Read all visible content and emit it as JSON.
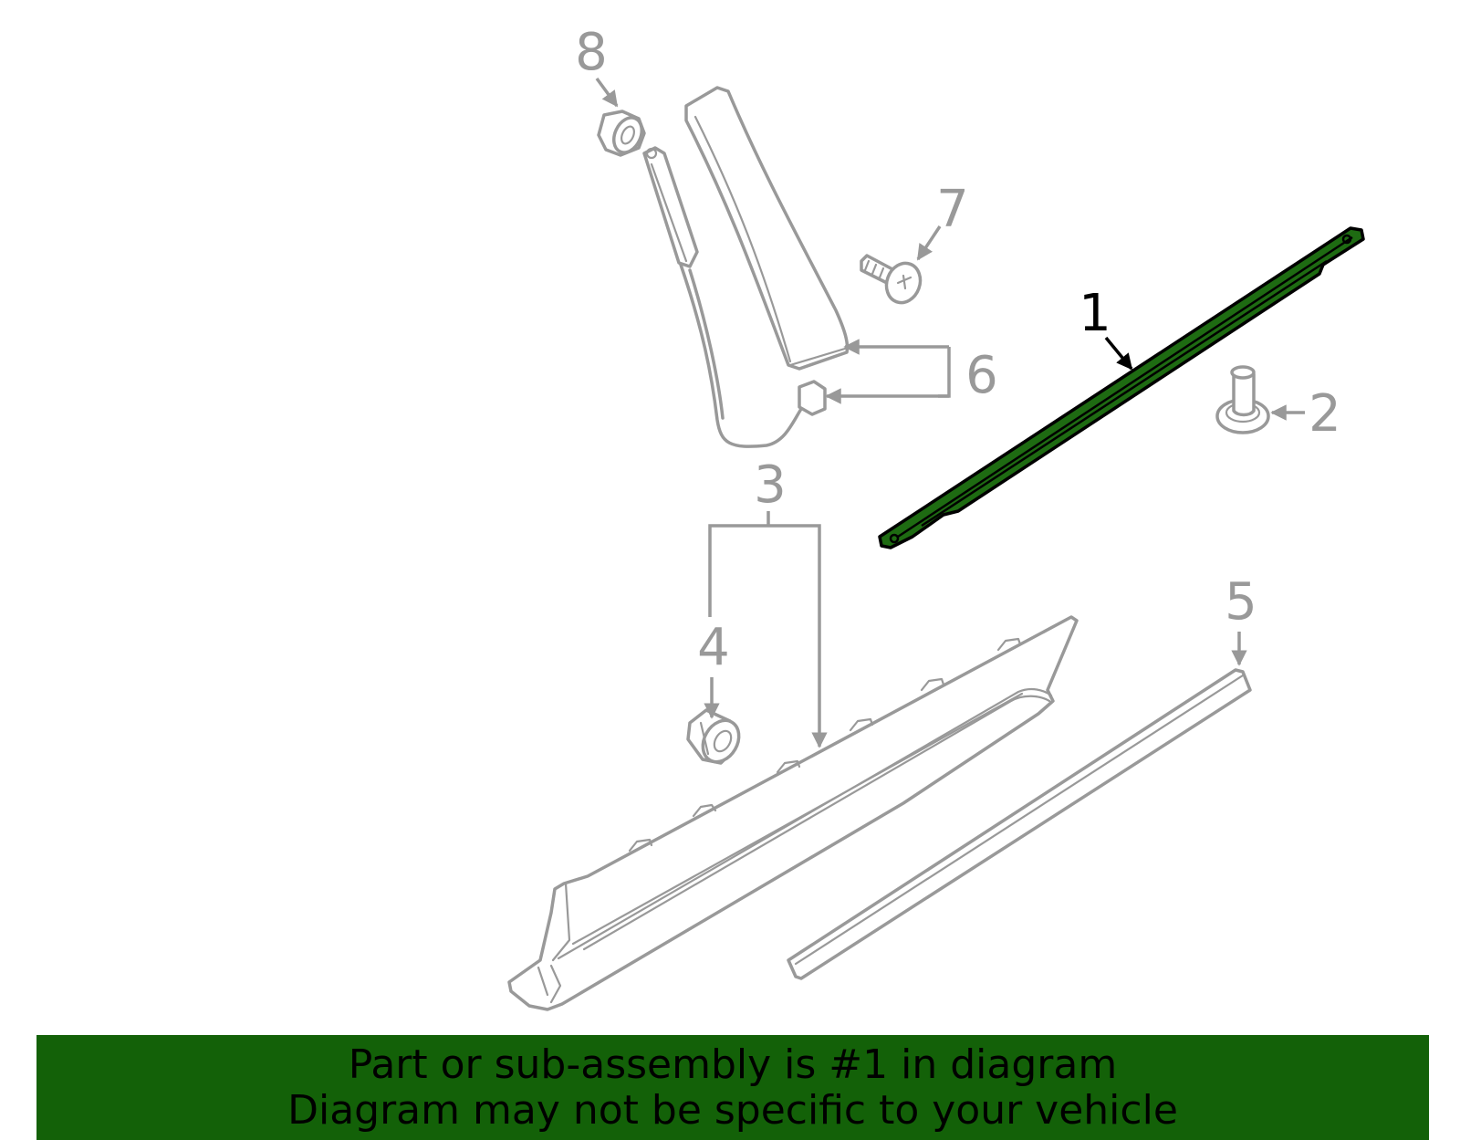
{
  "callouts": {
    "c1": "1",
    "c2": "2",
    "c3": "3",
    "c4": "4",
    "c5": "5",
    "c6": "6",
    "c7": "7",
    "c8": "8"
  },
  "highlight": {
    "part_number": "1",
    "color": "#1e6b12"
  },
  "banner": {
    "line1": "Part or sub-assembly is #1 in diagram",
    "line2": "Diagram may not be specific to your vehicle",
    "background": "#136108"
  },
  "colors": {
    "line_art": "#999999",
    "highlight_outline": "#000000"
  }
}
